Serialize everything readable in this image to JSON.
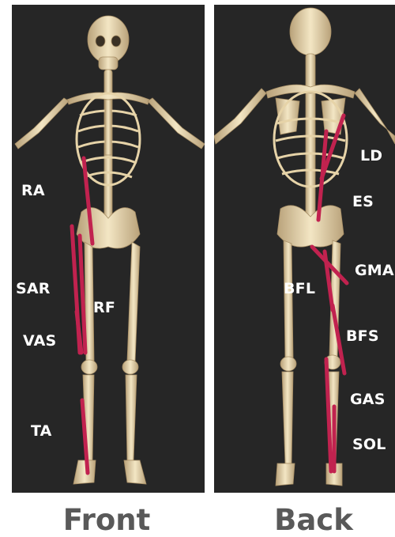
{
  "panels": {
    "front": {
      "caption": "Front",
      "labels": {
        "ra": "RA",
        "sar": "SAR",
        "rf": "RF",
        "vas": "VAS",
        "ta": "TA"
      }
    },
    "back": {
      "caption": "Back",
      "labels": {
        "ld": "LD",
        "es": "ES",
        "gma": "GMA",
        "bfl": "BFL",
        "bfs": "BFS",
        "gas": "GAS",
        "sol": "SOL"
      }
    }
  },
  "colors": {
    "panel_background": "#262626",
    "bone": "#ecdcb4",
    "bone_shadow": "#c4ad82",
    "muscle_line": "#c1224f",
    "label": "#ffffff",
    "caption": "#595959"
  }
}
